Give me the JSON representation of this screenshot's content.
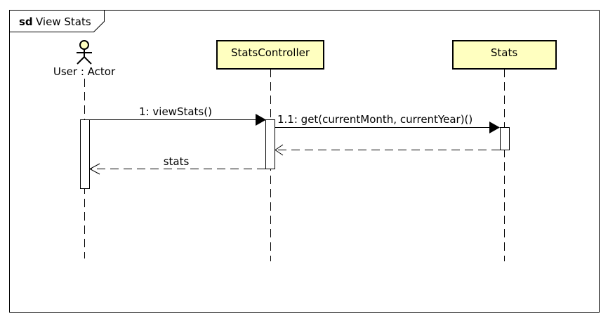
{
  "frame": {
    "keyword": "sd",
    "title": "View Stats"
  },
  "lifelines": [
    {
      "id": "user",
      "label": "User : Actor",
      "kind": "actor"
    },
    {
      "id": "controller",
      "label": "StatsController",
      "kind": "object"
    },
    {
      "id": "stats",
      "label": "Stats",
      "kind": "object"
    }
  ],
  "messages": [
    {
      "id": "m1",
      "label": "1: viewStats()",
      "from": "user",
      "to": "controller",
      "type": "sync"
    },
    {
      "id": "m2",
      "label": "1.1: get(currentMonth, currentYear)()",
      "from": "controller",
      "to": "stats",
      "type": "sync"
    },
    {
      "id": "m3",
      "label": "",
      "from": "stats",
      "to": "controller",
      "type": "return"
    },
    {
      "id": "m4",
      "label": "stats",
      "from": "controller",
      "to": "user",
      "type": "return"
    }
  ],
  "colors": {
    "object_fill": "#ffffc0",
    "actor_fill": "#ffffc0",
    "line": "#000000",
    "background": "#ffffff"
  }
}
